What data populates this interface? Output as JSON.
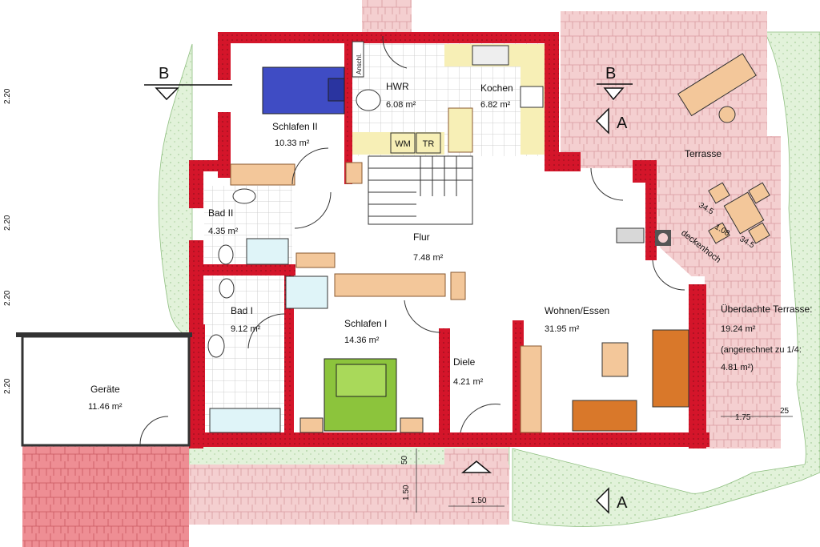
{
  "rooms": {
    "schlafen_ii": {
      "name": "Schlafen II",
      "area": "10.33 m²"
    },
    "hwr": {
      "name": "HWR",
      "area": "6.08 m²"
    },
    "kochen": {
      "name": "Kochen",
      "area": "6.82 m²"
    },
    "bad_ii": {
      "name": "Bad II",
      "area": "4.35 m²"
    },
    "flur": {
      "name": "Flur",
      "area": "7.48 m²"
    },
    "bad_i": {
      "name": "Bad I",
      "area": "9.12 m²"
    },
    "schlafen_i": {
      "name": "Schlafen I",
      "area": "14.36 m²"
    },
    "diele": {
      "name": "Diele",
      "area": "4.21 m²"
    },
    "wohnen_essen": {
      "name": "Wohnen/Essen",
      "area": "31.95 m²"
    },
    "geraete": {
      "name": "Geräte",
      "area": "11.46 m²"
    },
    "terrasse": {
      "name": "Terrasse"
    }
  },
  "fixtures": {
    "wm": "WM",
    "tr": "TR",
    "anschl": "Anschl."
  },
  "covered_terrace": {
    "line1": "Überdachte Terrasse:",
    "line2": "19.24 m²",
    "line3": "(angerechnet zu 1/4:",
    "line4": "4.81 m²)"
  },
  "dimensions": {
    "d_345a": "34.5",
    "d_108": "1.08",
    "d_345b": "34.5",
    "deckenhoch": "deckenhoch",
    "d_175": "1.75",
    "d_25": "25",
    "d_50": "50",
    "d_150v": "1.50",
    "d_150h": "1.50",
    "left_a": "2.20",
    "left_b": "2.20",
    "left_c": "2.20",
    "left_d": "2.20"
  },
  "section_marks": {
    "b_left": "B",
    "b_right": "B",
    "a_top": "A",
    "a_bottom": "A"
  },
  "colors": {
    "wall": "#d4152a",
    "paving": "#f2c8c8",
    "paving_dark": "#e8686e",
    "lawn": "#dff0d8",
    "tile_line": "#c9c9c9",
    "beam": "#f3c79a",
    "floor_kitchen": "#f7efb6",
    "bed_ii": "#3f4cc4",
    "bed_i": "#8cc43c",
    "sofa": "#d9782a"
  }
}
